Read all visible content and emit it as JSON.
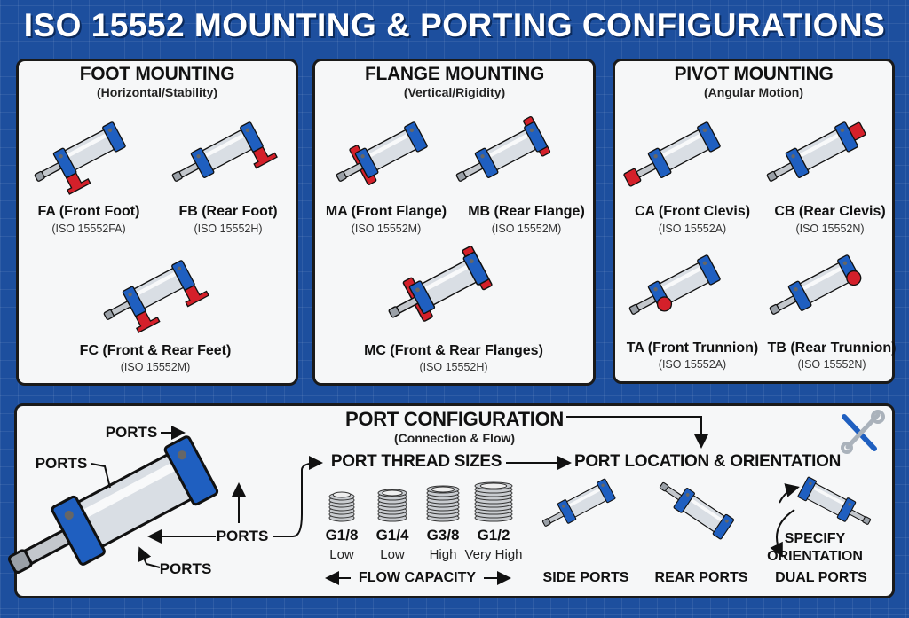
{
  "title": "ISO 15552 MOUNTING & PORTING CONFIGURATIONS",
  "colors": {
    "background": "#1d4f9e",
    "cap_blue": "#1f5fc0",
    "accessory_red": "#d4202a",
    "barrel": "#d9dee4"
  },
  "panels": [
    {
      "heading": "FOOT MOUNTING",
      "subheading": "(Horizontal/Stability)",
      "items": [
        {
          "label": "FA (Front Foot)",
          "iso": "(ISO 15552FA)",
          "icon": "cylinder-front-foot"
        },
        {
          "label": "FB (Rear Foot)",
          "iso": "(ISO 15552H)",
          "icon": "cylinder-rear-foot"
        },
        {
          "label": "FC (Front & Rear Feet)",
          "iso": "(ISO 15552M)",
          "icon": "cylinder-both-feet"
        }
      ]
    },
    {
      "heading": "FLANGE MOUNTING",
      "subheading": "(Vertical/Rigidity)",
      "items": [
        {
          "label": "MA (Front Flange)",
          "iso": "(ISO 15552M)",
          "icon": "cylinder-front-flange"
        },
        {
          "label": "MB (Rear Flange)",
          "iso": "(ISO 15552M)",
          "icon": "cylinder-rear-flange"
        },
        {
          "label": "MC (Front & Rear Flanges)",
          "iso": "(ISO 15552H)",
          "icon": "cylinder-both-flanges"
        }
      ]
    },
    {
      "heading": "PIVOT MOUNTING",
      "subheading": "(Angular Motion)",
      "items": [
        {
          "label": "CA (Front Clevis)",
          "iso": "(ISO 15552A)",
          "icon": "cylinder-front-clevis"
        },
        {
          "label": "CB (Rear Clevis)",
          "iso": "(ISO 15552N)",
          "icon": "cylinder-rear-clevis"
        },
        {
          "label": "TA (Front Trunnion)",
          "iso": "(ISO 15552A)",
          "icon": "cylinder-front-trunnion"
        },
        {
          "label": "TB (Rear Trunnion)",
          "iso": "(ISO 15552N)",
          "icon": "cylinder-rear-trunnion"
        }
      ]
    }
  ],
  "ports": {
    "heading": "PORT CONFIGURATION",
    "subheading": "(Connection & Flow)",
    "port_labels": [
      "PORTS",
      "PORTS",
      "PORTS",
      "PORTS"
    ],
    "thread_heading": "PORT THREAD SIZES",
    "threads": [
      {
        "size": "G1/8",
        "flow": "Low"
      },
      {
        "size": "G1/4",
        "flow": "Low"
      },
      {
        "size": "G3/8",
        "flow": "High"
      },
      {
        "size": "G1/2",
        "flow": "Very High"
      }
    ],
    "flow_label": "FLOW CAPACITY",
    "location_heading": "PORT LOCATION & ORIENTATION",
    "locations": [
      "SIDE PORTS",
      "REAR PORTS",
      "DUAL PORTS"
    ],
    "orientation_note": [
      "SPECIFY",
      "ORIENTATION"
    ],
    "tool_icon": "wrench-screwdriver-icon"
  }
}
